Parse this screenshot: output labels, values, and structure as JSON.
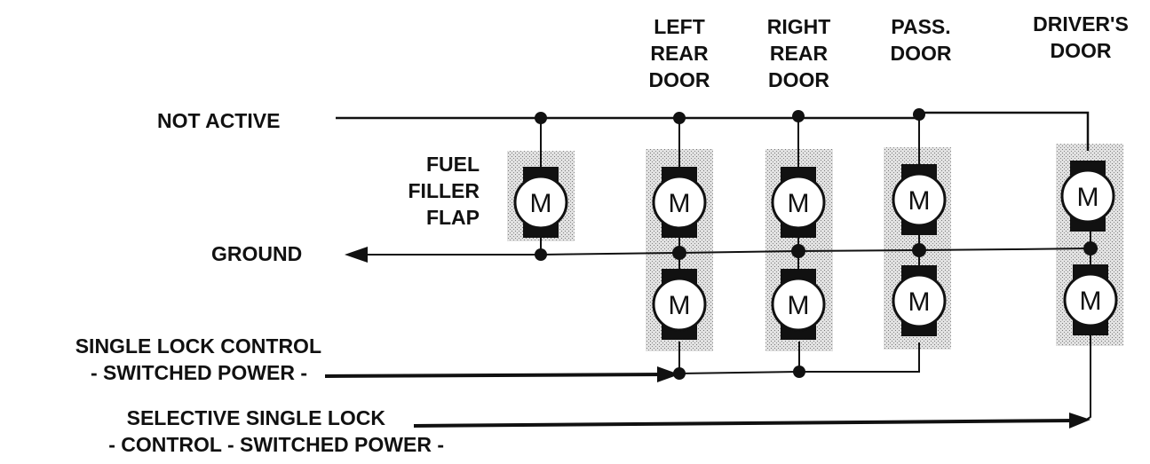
{
  "columns": {
    "left_rear": [
      "LEFT",
      "REAR",
      "DOOR"
    ],
    "right_rear": [
      "RIGHT",
      "REAR",
      "DOOR"
    ],
    "pass": [
      "PASS.",
      "DOOR"
    ],
    "driver": [
      "DRIVER'S",
      "DOOR"
    ]
  },
  "fuel_flap": [
    "FUEL",
    "FILLER",
    "FLAP"
  ],
  "lines": {
    "not_active": "NOT ACTIVE",
    "ground": "GROUND",
    "single_lock": [
      "SINGLE LOCK CONTROL",
      "- SWITCHED POWER -"
    ],
    "selective": [
      "SELECTIVE SINGLE LOCK",
      "- CONTROL - SWITCHED POWER -"
    ]
  },
  "motor_label": "M",
  "colors": {
    "ink": "#111111",
    "stipple": "#c9c9c9"
  }
}
